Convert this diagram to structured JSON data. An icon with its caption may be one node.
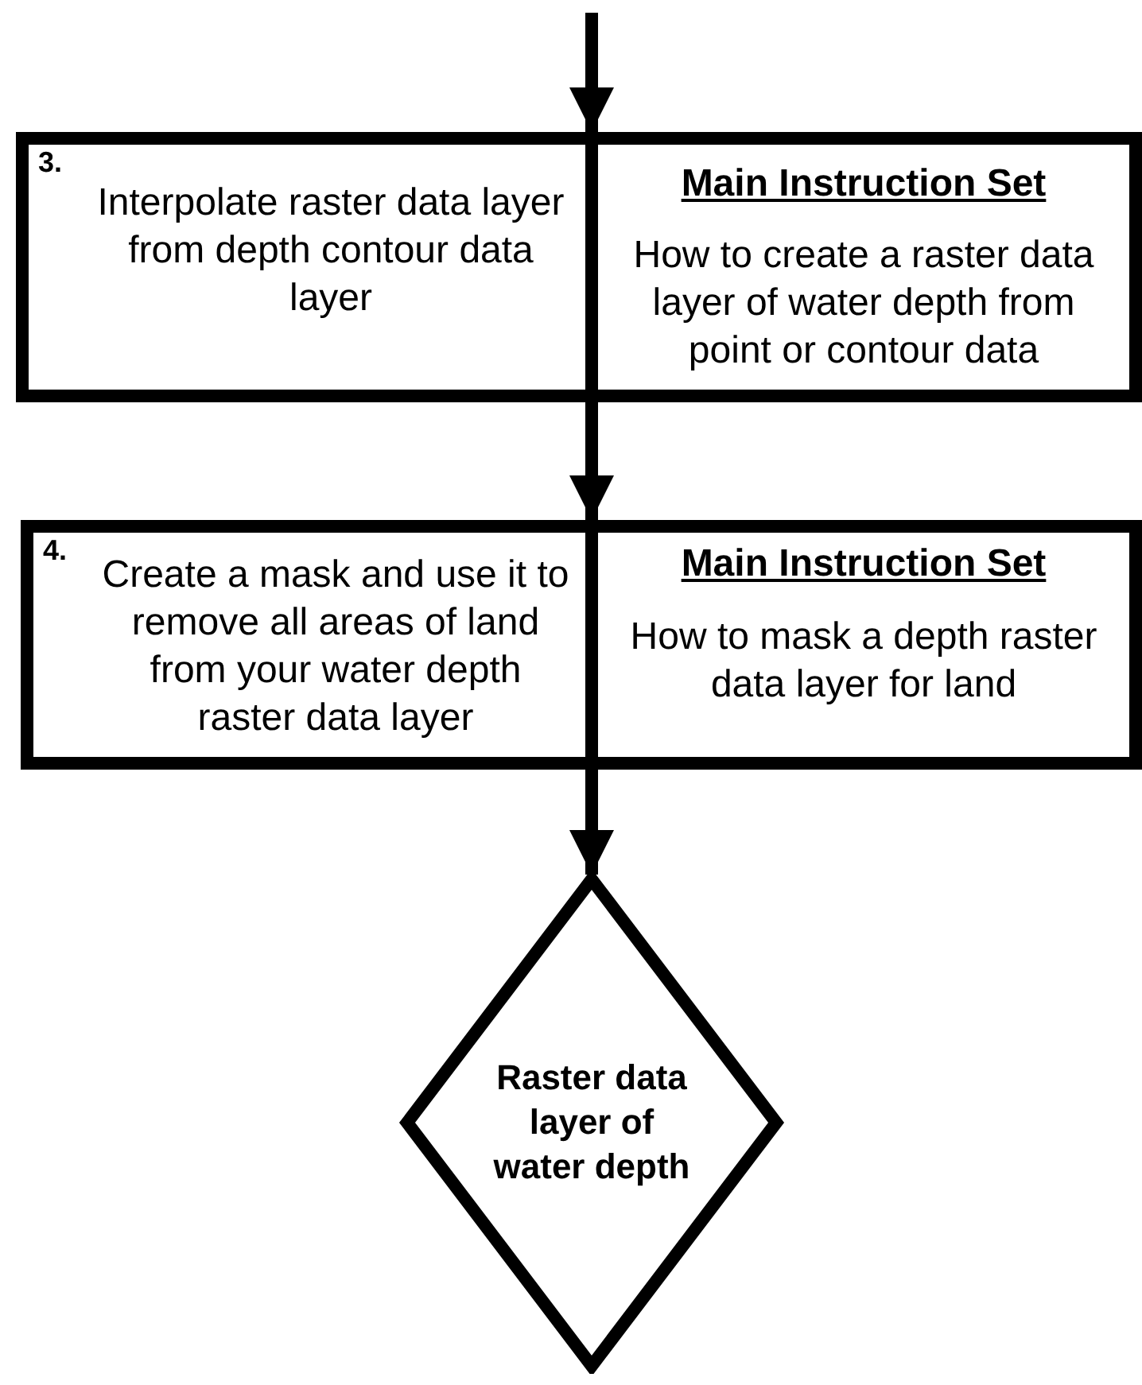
{
  "diagram": {
    "nodes": [
      {
        "text": [],
        "shape": "box"
      },
      {
        "text": [
          "3.",
          "Interpolate raster data layer from depth contour data layer"
        ],
        "in": 0
      },
      {
        "text": [
          "Main Instruction Set",
          "How to create a raster data layer of water depth from point or contour data"
        ],
        "in": 0
      },
      {
        "text": [],
        "shape": "box"
      },
      {
        "text": [
          "4.",
          "Create a mask and use it to remove all areas of land from your water depth raster data layer"
        ],
        "in": 3
      },
      {
        "text": [
          "Main Instruction Set",
          "How to mask a depth raster data layer for land"
        ],
        "in": 3
      },
      {
        "text": [
          "Raster data layer of water depth"
        ]
      }
    ],
    "edges": [
      {
        "from": null,
        "to": 0,
        "arrow": "to"
      },
      {
        "from": 0,
        "to": 3,
        "arrow": "to"
      },
      {
        "from": 3,
        "to": 6,
        "arrow": "to"
      }
    ]
  }
}
